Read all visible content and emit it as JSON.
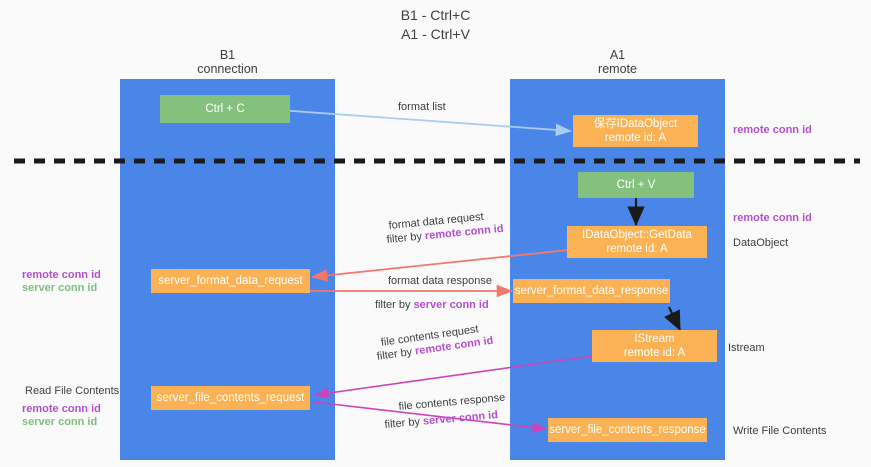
{
  "title": {
    "line1": "B1 - Ctrl+C",
    "line2": "A1 - Ctrl+V"
  },
  "lanes": [
    {
      "id": "b1",
      "name": "B1",
      "role": "connection"
    },
    {
      "id": "a1",
      "name": "A1",
      "role": "remote"
    }
  ],
  "nodes": {
    "ctrl_c": "Ctrl + C",
    "ctrl_v": "Ctrl + V",
    "save_idataobject_l1": "保存IDataObject",
    "save_idataobject_l2": "remote id: A",
    "getdata_l1": "IDataObject::GetData",
    "getdata_l2": "remote id: A",
    "istream_l1": "IStream",
    "istream_l2": "remote id: A",
    "server_format_data_request": "server_format_data_request",
    "server_format_data_response": "server_format_data_response",
    "server_file_contents_request": "server_file_contents_request",
    "server_file_contents_response": "server_file_contents_response"
  },
  "edges": {
    "format_list": "format list",
    "format_data_request": "format data request",
    "format_data_request_filter_prefix": "filter by ",
    "format_data_request_filter_id": "remote conn id",
    "format_data_response": "format data response",
    "format_data_response_filter_prefix": "filter by ",
    "format_data_response_filter_id": "server conn id",
    "file_contents_request": "file contents request",
    "file_contents_request_filter_prefix": "filter by ",
    "file_contents_request_filter_id": "remote conn id",
    "file_contents_response": "file contents response",
    "file_contents_response_filter_prefix": "filter by ",
    "file_contents_response_filter_id": "server conn id"
  },
  "side_labels": {
    "right_remote_conn_id_top": "remote conn id",
    "right_remote_conn_id_mid": "remote conn id",
    "right_dataobject": "DataObject",
    "right_istream": "Istream",
    "right_write_file_contents": "Write File Contents",
    "left_remote_conn_id_1": "remote conn id",
    "left_server_conn_id_1": "server conn id",
    "left_read_file_contents": "Read File Contents",
    "left_remote_conn_id_2": "remote conn id",
    "left_server_conn_id_2": "server conn id"
  },
  "colors": {
    "lane": "#4a86e8",
    "node_orange": "#fbb254",
    "node_green": "#85c17e",
    "arrow_light_blue": "#a9cdf0",
    "arrow_red": "#f4776d",
    "arrow_magenta": "#cc44bb",
    "arrow_black": "#1a1a1a",
    "conn_id_purple": "#b44fd0",
    "conn_id_green": "#7ec17e",
    "background": "#fafafa"
  }
}
